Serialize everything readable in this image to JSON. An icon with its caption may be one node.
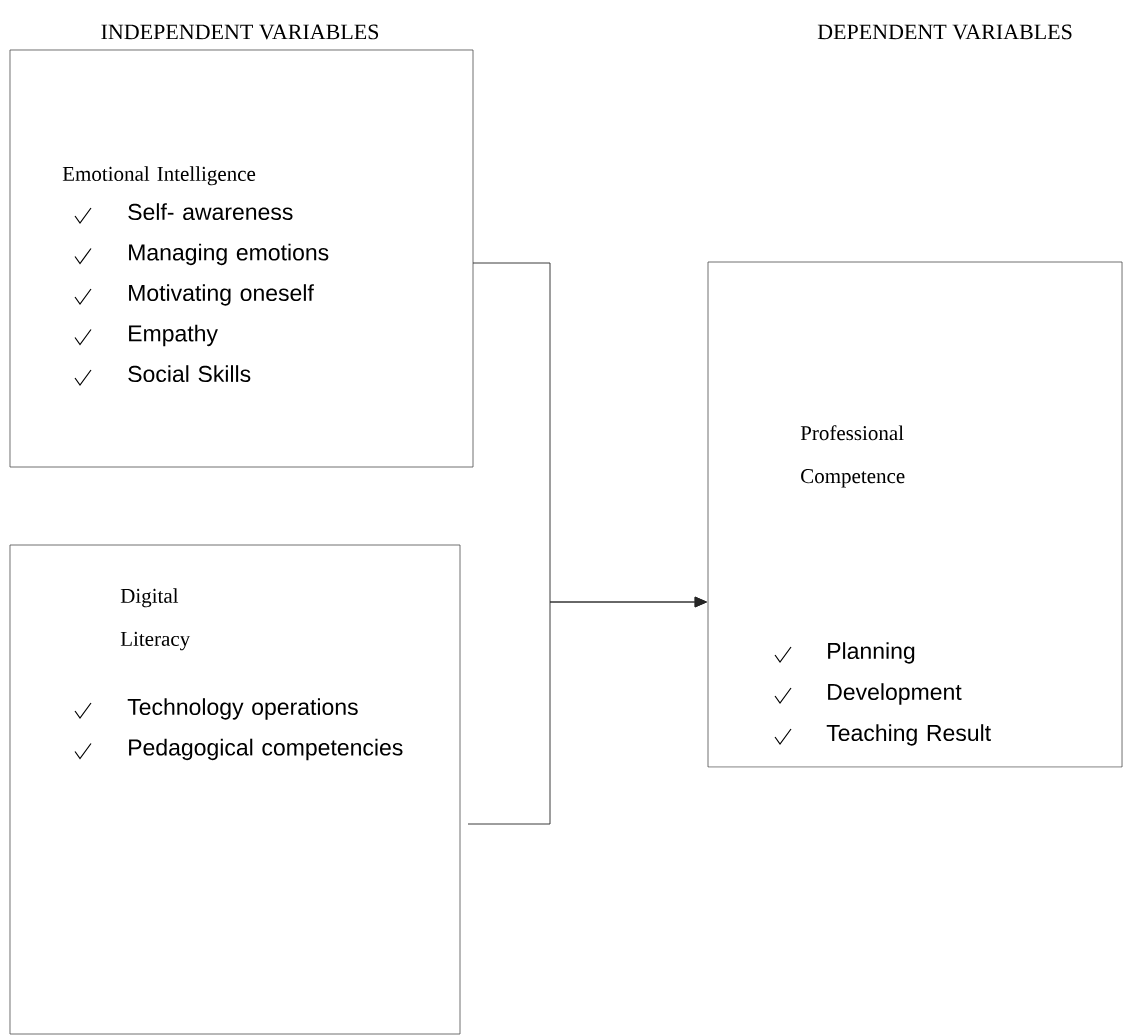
{
  "diagram": {
    "nodes": [
      {
        "text": [
          "Emotional Intelligence",
          "Self- awareness",
          "Managing emotions",
          "Motivating oneself",
          "Empathy",
          "Social Skills"
        ]
      },
      {
        "text": [
          "Digital Literacy",
          "Technology operations",
          "Pedagogical competencies"
        ]
      },
      {
        "text": [
          "Professional Competence",
          "Planning",
          "Development",
          "Teaching Result"
        ]
      }
    ],
    "edges": [
      {
        "from": 0,
        "to": 2,
        "arrow": "to"
      },
      {
        "from": 1,
        "to": 2,
        "arrow": "to"
      }
    ],
    "labels": [
      "INDEPENDENT VARIABLES",
      "DEPENDENT VARIABLES"
    ]
  }
}
